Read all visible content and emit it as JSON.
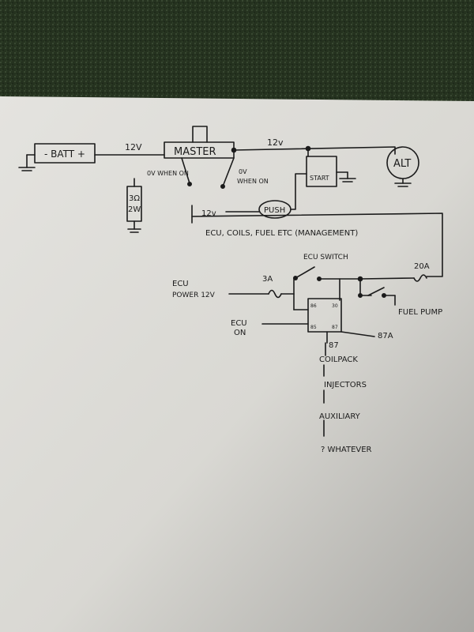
{
  "background": {
    "carpet_color": "#2a3826",
    "paper_color": "#d9d8d3",
    "ink_color": "#1b1b1b"
  },
  "labels": {
    "battery": "- BATT +",
    "batt_voltage": "12V",
    "master": "MASTER",
    "master_voltage": "12v",
    "alt": "ALT",
    "ov_when_on_left": "0V WHEN ON",
    "ov_when_on_right_line1": "0V",
    "ov_when_on_right_line2": "WHEN ON",
    "resistor_line1": "3Ω",
    "resistor_line2": "2W",
    "starter": "START",
    "push_button": "PUSH",
    "push_voltage": "12v",
    "management": "ECU, COILS, FUEL ETC (MANAGEMENT)",
    "ecu_switch": "ECU SWITCH",
    "fuse_20a": "20A",
    "ecu_power_line1": "ECU",
    "ecu_power_line2": "POWER 12V",
    "fuse_3a": "3A",
    "ecu_on_line1": "ECU",
    "ecu_on_line2": "ON",
    "relay_pin_86": "86",
    "relay_pin_85": "85",
    "relay_pin_30": "30",
    "relay_pin_87": "87",
    "pin_87a": "87A",
    "pin_87": "87",
    "fuel_pump": "FUEL PUMP",
    "coilpack": "COILPACK",
    "injectors": "INJECTORS",
    "auxiliary": "AUXILIARY",
    "whatever": "? WHATEVER"
  }
}
